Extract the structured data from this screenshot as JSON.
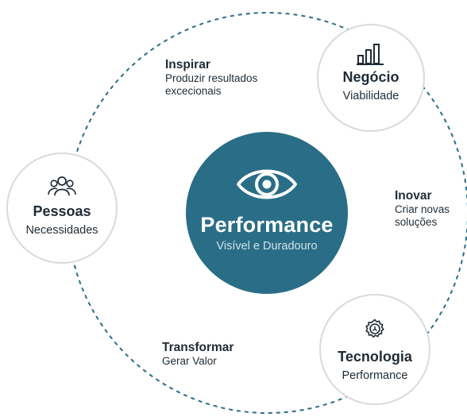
{
  "center": {
    "title": "Performance",
    "subtitle": "Visível e Duradouro",
    "icon": "eye-icon"
  },
  "nodes": {
    "negocio": {
      "title": "Negócio",
      "subtitle": "Viabilidade",
      "icon": "bar-chart-icon"
    },
    "pessoas": {
      "title": "Pessoas",
      "subtitle": "Necessidades",
      "icon": "people-group-icon"
    },
    "tecnologia": {
      "title": "Tecnologia",
      "subtitle": "Performance",
      "icon": "gear-icon"
    }
  },
  "connectors": {
    "inspirar": {
      "title": "Inspirar",
      "text_line1": "Produzir resultados",
      "text_line2": "excecionais"
    },
    "inovar": {
      "title": "Inovar",
      "text_line1": "Criar novas",
      "text_line2": "soluções"
    },
    "transformar": {
      "title": "Transformar",
      "text_line1": "Gerar Valor"
    }
  },
  "colors": {
    "center_fill": "#2a6d86",
    "ring_dash": "#2a6d86",
    "node_border": "#d7dbde",
    "text": "#1f2b35"
  }
}
